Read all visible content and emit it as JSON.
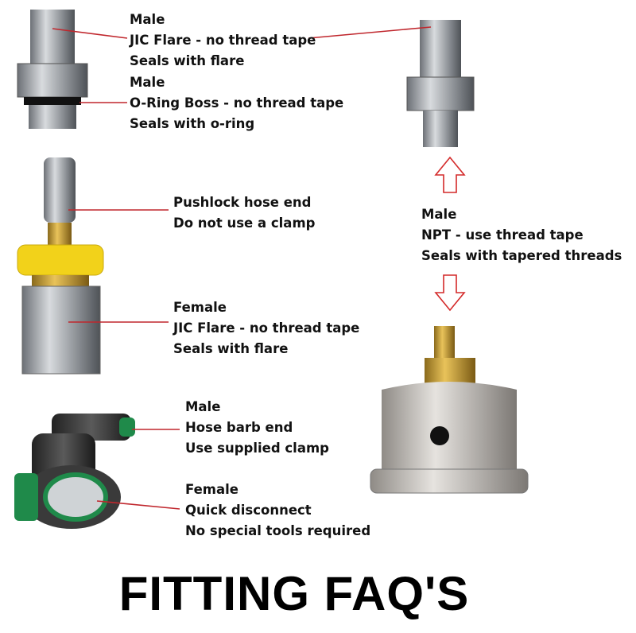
{
  "title": "FITTING FAQ'S",
  "labels": {
    "male_jic": [
      "Male",
      "JIC Flare - no thread tape",
      "Seals with flare"
    ],
    "male_orb": [
      "Male",
      "O-Ring Boss - no thread tape",
      "Seals with o-ring"
    ],
    "pushlock": [
      "Pushlock hose end",
      "Do not use a clamp"
    ],
    "female_jic": [
      "Female",
      "JIC Flare - no thread tape",
      "Seals with flare"
    ],
    "hose_barb": [
      "Male",
      "Hose barb end",
      "Use supplied clamp"
    ],
    "quick_disconnect": [
      "Female",
      "Quick disconnect",
      "No special tools required"
    ],
    "npt": [
      "Male",
      "NPT - use thread tape",
      "Seals with tapered threads"
    ]
  },
  "colors": {
    "leader_line": "#c0272d",
    "arrow": "#d42a2a",
    "cap": "#f2d21a",
    "green": "#1f8a4a"
  }
}
